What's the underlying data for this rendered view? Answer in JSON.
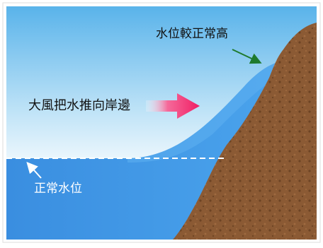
{
  "labels": {
    "raised_level": "水位較正常高",
    "wind_push": "大風把水推向岸邊",
    "normal_level": "正常水位"
  },
  "colors": {
    "sky_top": "#59b3ea",
    "sky_bottom": "#ffffff",
    "water": "#3a8ee0",
    "water_light": "#5fb0f0",
    "cliff": "#8b5a34",
    "cliff_speck": "#6d4424",
    "wind_arrow": "#f01e64",
    "pointer_arrow": "#1f7a2e",
    "dashed_line": "#ffffff"
  }
}
